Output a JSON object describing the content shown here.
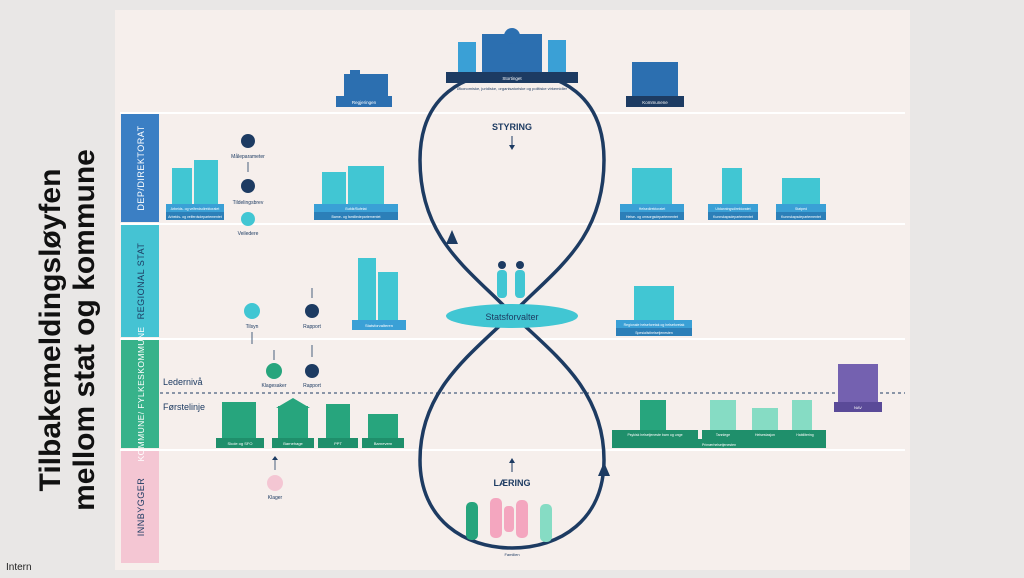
{
  "slide": {
    "title_line1": "Tilbakemeldingsløyfen",
    "title_line2": "mellom stat og kommune",
    "footer_label": "Intern"
  },
  "rows": {
    "dep": "DEP/DIREKTORAT",
    "regional": "REGIONAL STAT",
    "kommune": "KOMMUNE/ FYLKESKOMMUNE",
    "innbygger": "INNBYGGER"
  },
  "levels": {
    "ledernivaa": "Ledernivå",
    "forstelinje": "Førstelinje"
  },
  "loop": {
    "styring": "STYRING",
    "laering": "LÆRING",
    "statsforvalter": "Statsforvalter"
  },
  "top": {
    "regjeringen": "Regjeringen",
    "stortinget": "Stortinget",
    "stortinget_note": "Økonomiske, juridiske, organisatoriske og politiske virkemidler",
    "kommunene": "Kommunene"
  },
  "dep_buildings": {
    "left_1": "Arbeids- og velferdsdirektoratet",
    "left_2": "Arbeids- og velferdsdepartementet",
    "mid_1": "Bufdir/Bufetat",
    "mid_2": "Barne- og familiedepartementet",
    "right_a1": "Helsedirektoratet",
    "right_a2": "Helse- og omsorgsdepartementet",
    "right_b1": "Utdanningsdirektoratet",
    "right_b2": "Kunnskapsdepartementet",
    "right_c1": "Statped",
    "right_c2": "Kunnskapsdepartementet"
  },
  "flow": {
    "maleparameter": "Måleparameter",
    "tildelingsbrev": "Tildelingsbrev",
    "veiledere": "Veiledere",
    "tilsyn": "Tilsyn",
    "rapport_1": "Rapport",
    "klagesaker": "Klagesaker",
    "rapport_2": "Rapport",
    "klager": "Klager"
  },
  "regional": {
    "statsforvaltere_left": "Statsforvalteren",
    "right_1": "Regionale helseforetak og helseforetak",
    "right_2": "Spesialisthelsetjenesten"
  },
  "kommune_left": {
    "skole": "Skole og SFO",
    "barnehage": "Barnehage",
    "ppt": "PPT",
    "barnevern": "Barnevern"
  },
  "kommune_right": {
    "psykisk": "Psykisk helsetjeneste barn og unge",
    "tannlege": "Tannlege",
    "helsestasjon": "Helsestasjon",
    "habilitering": "Habilitering",
    "primaer": "Primærhelsetjenesten"
  },
  "nav": {
    "label": "NAV"
  },
  "innbygger": {
    "familien": "Familien"
  },
  "colors": {
    "navy": "#1d3b62",
    "teal": "#41c6d3",
    "blue": "#2c7fb8",
    "green": "#27a57d",
    "mint": "#86dcc4",
    "pink": "#f4c6d3",
    "purple": "#7461b0"
  }
}
